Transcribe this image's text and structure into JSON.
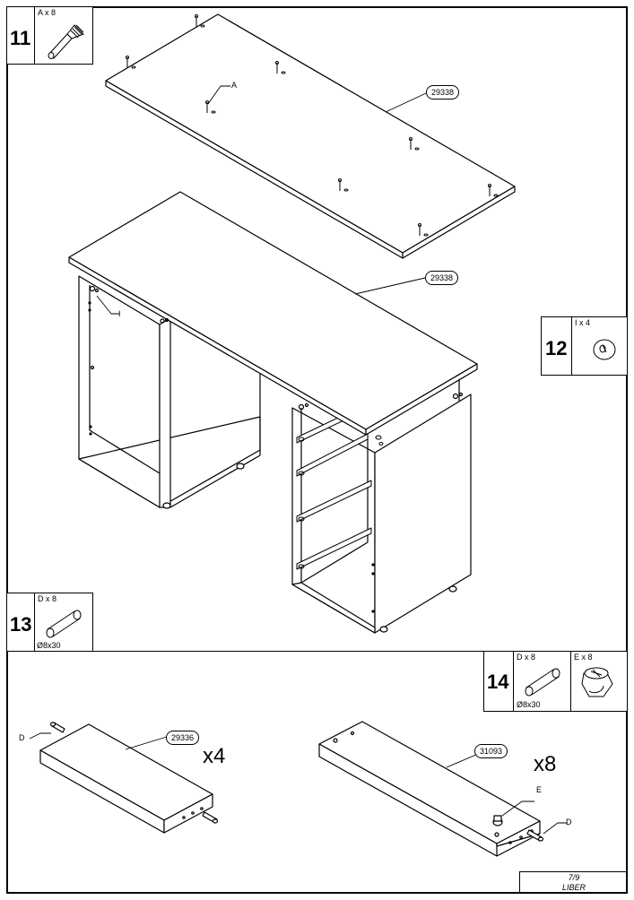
{
  "steps": [
    {
      "number": "11",
      "parts": [
        {
          "caption": "A x 8",
          "sub": ""
        }
      ]
    },
    {
      "number": "12",
      "parts": [
        {
          "caption": "I x 4",
          "sub": ""
        }
      ]
    },
    {
      "number": "13",
      "parts": [
        {
          "caption": "D x 8",
          "sub": "Ø8x30"
        }
      ]
    },
    {
      "number": "14",
      "parts": [
        {
          "caption": "D x 8",
          "sub": "Ø8x30"
        },
        {
          "caption": "E x 8",
          "sub": ""
        }
      ]
    }
  ],
  "part_codes": [
    "29338",
    "29338",
    "29336",
    "31093"
  ],
  "hardware_labels": {
    "a": "A",
    "i": "I",
    "d1": "D",
    "d2": "D",
    "e": "E"
  },
  "quantities": {
    "shelf": "x4",
    "drawer_side": "x8"
  },
  "page": {
    "number": "7/9",
    "product": "LIBER"
  }
}
